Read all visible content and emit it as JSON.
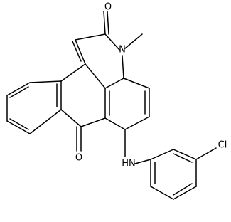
{
  "molecule": {
    "atoms": {
      "o_lactam": "O",
      "n_ring": "N",
      "methyl": "",
      "o_ketone": "O",
      "n_amine": "HN",
      "chlorine": "Cl"
    },
    "colors": {
      "bond": "#000000",
      "label": "#000000",
      "background": "#ffffff"
    }
  }
}
